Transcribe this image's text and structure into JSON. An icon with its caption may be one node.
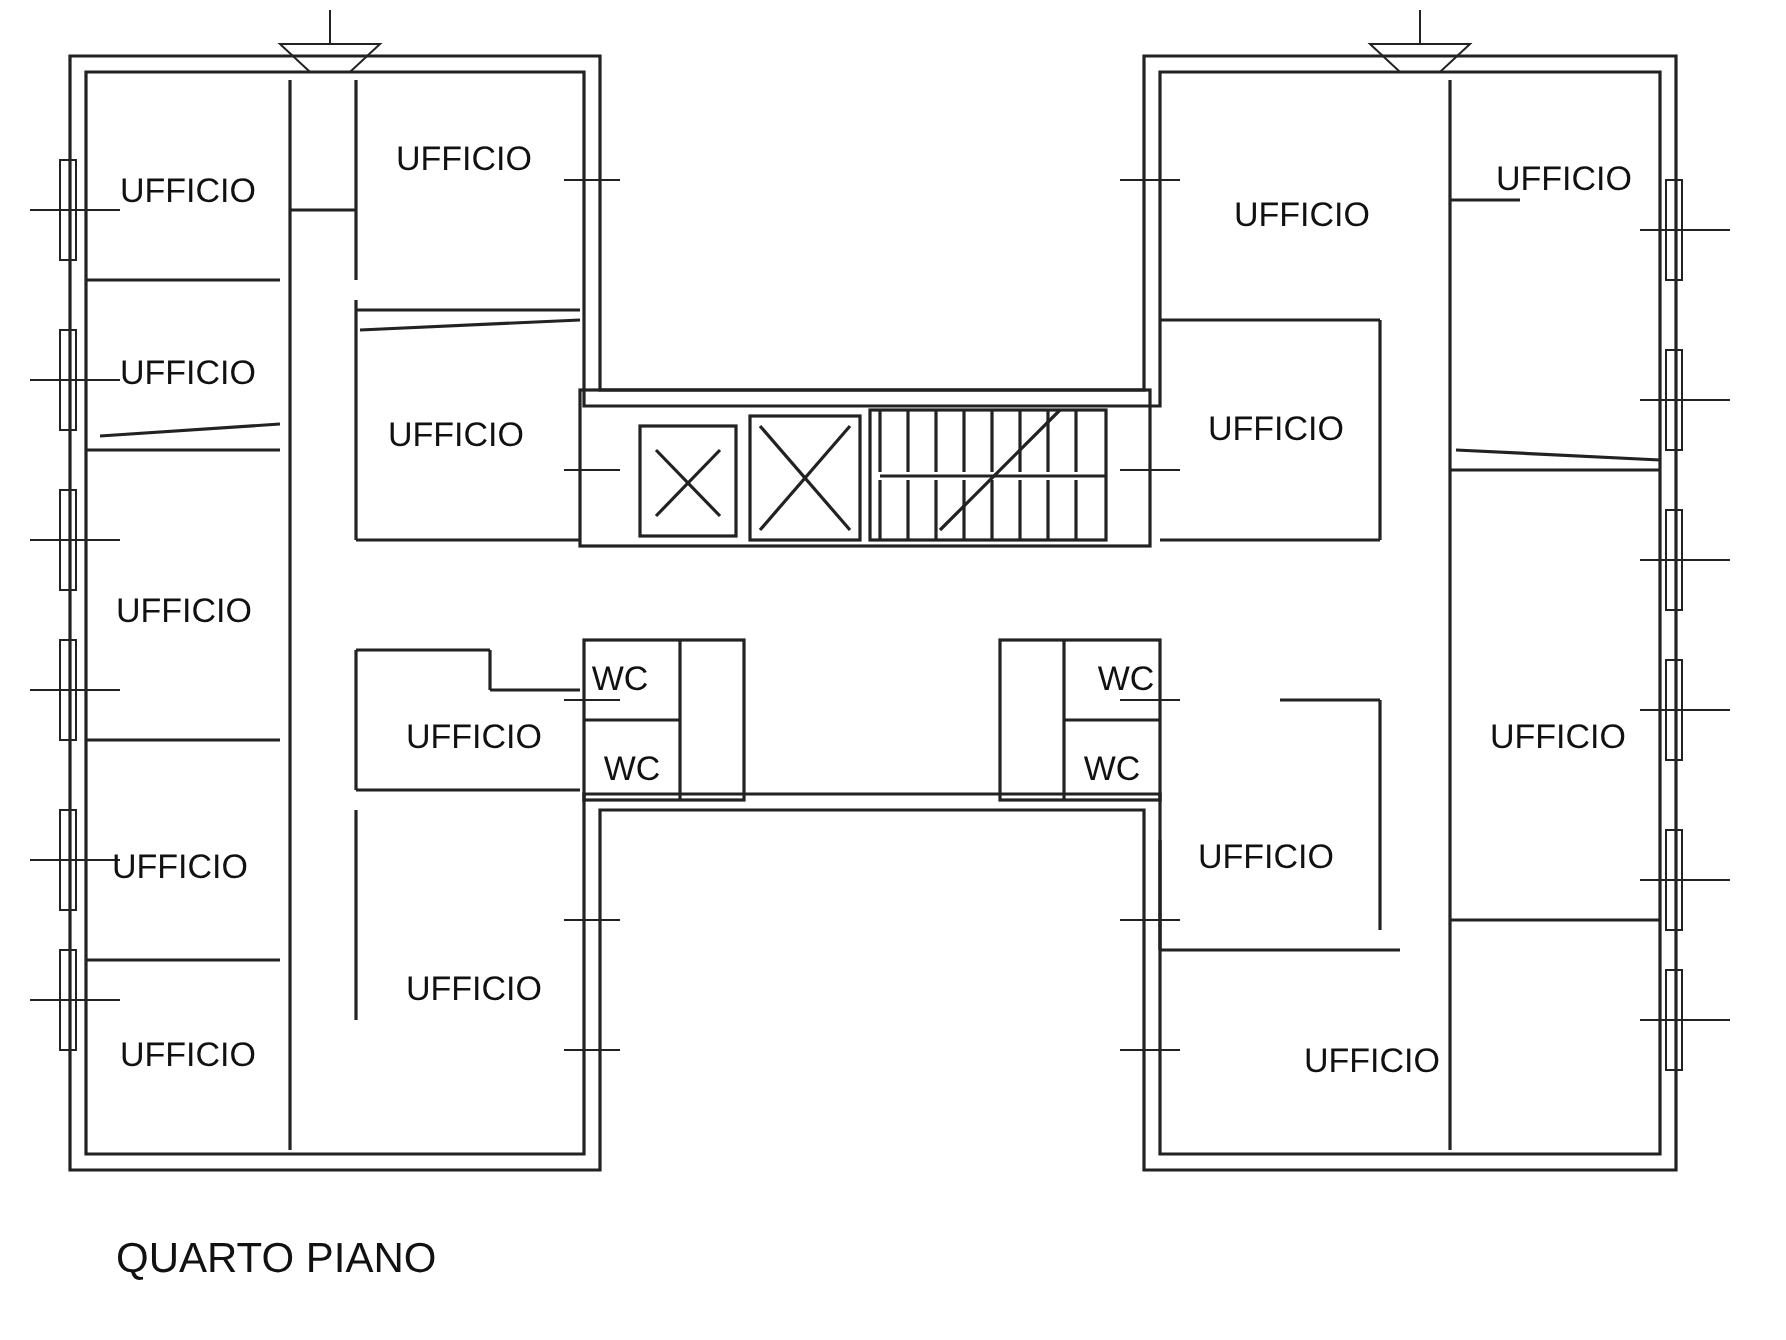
{
  "diagram": {
    "caption": "QUARTO PIANO",
    "labels": [
      "UFFICIO",
      "UFFICIO",
      "UFFICIO",
      "UFFICIO",
      "UFFICIO",
      "UFFICIO",
      "UFFICIO",
      "UFFICIO",
      "WC",
      "WC",
      "UFFICIO",
      "UFFICIO",
      "WC",
      "WC",
      "UFFICIO",
      "UFFICIO",
      "UFFICIO",
      "UFFICIO",
      "UFFICIO"
    ]
  }
}
